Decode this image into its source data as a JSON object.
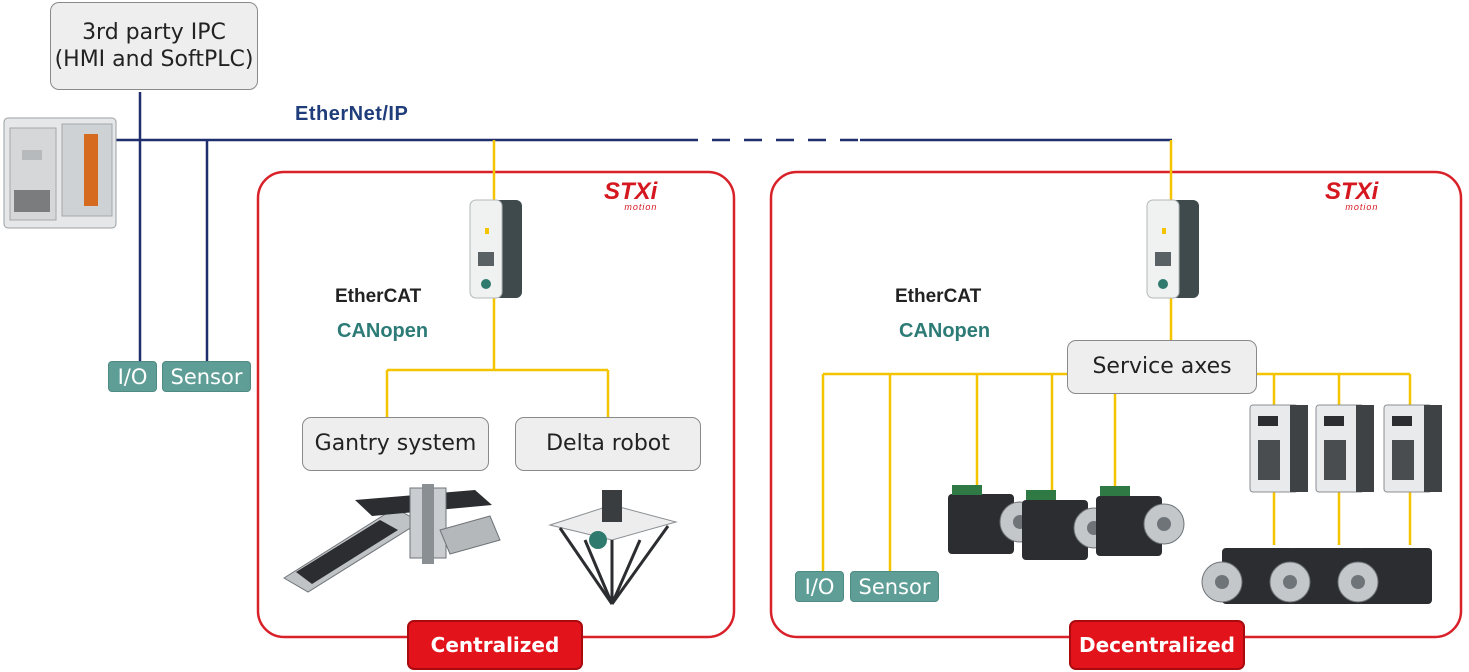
{
  "top": {
    "ipc_label_line1": "3rd party IPC",
    "ipc_label_line2": "(HMI and SoftPLC)",
    "network_logo": "EtherNet/IP",
    "plc_device": "plc-controller-image"
  },
  "left_tags": {
    "io": "I/O",
    "sensor": "Sensor"
  },
  "centralized": {
    "brand": "STXi",
    "brand_sub": "motion",
    "ethercat": "EtherCAT",
    "canopen": "CANopen",
    "gantry_label": "Gantry system",
    "delta_label": "Delta robot",
    "badge": "Centralized"
  },
  "decentralized": {
    "brand": "STXi",
    "brand_sub": "motion",
    "ethercat": "EtherCAT",
    "canopen": "CANopen",
    "service_label": "Service axes",
    "io": "I/O",
    "sensor": "Sensor",
    "badge": "Decentralized"
  },
  "colors": {
    "ethernet_line": "#1f2f6e",
    "field_line": "#f5c400",
    "frame": "#d92129",
    "tag": "#5f9e96",
    "badge": "#e3131b"
  }
}
